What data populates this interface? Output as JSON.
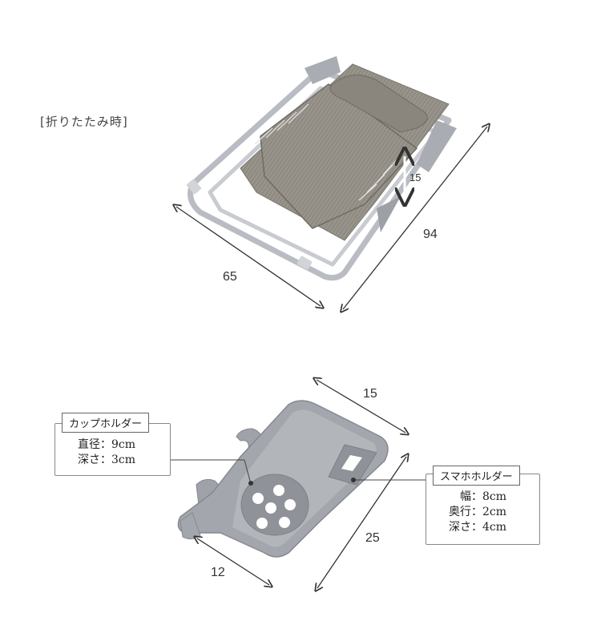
{
  "folded_label": "[折りたたみ時]",
  "chair_dims": {
    "width": "65",
    "length": "94",
    "thickness": "15"
  },
  "tray_dims": {
    "width": "15",
    "length": "25",
    "depth": "12"
  },
  "cup_holder": {
    "title": "カップホルダー",
    "lines": [
      "直径：9cm",
      "深さ：3cm"
    ]
  },
  "phone_holder": {
    "title": "スマホホルダー",
    "lines": [
      "幅：8cm",
      "奥行：2cm",
      "深さ：4cm"
    ]
  },
  "colors": {
    "frame": "#b9bcc2",
    "mesh": "#8e8a82",
    "tray": "#9fa2a8",
    "arrow": "#333333"
  }
}
